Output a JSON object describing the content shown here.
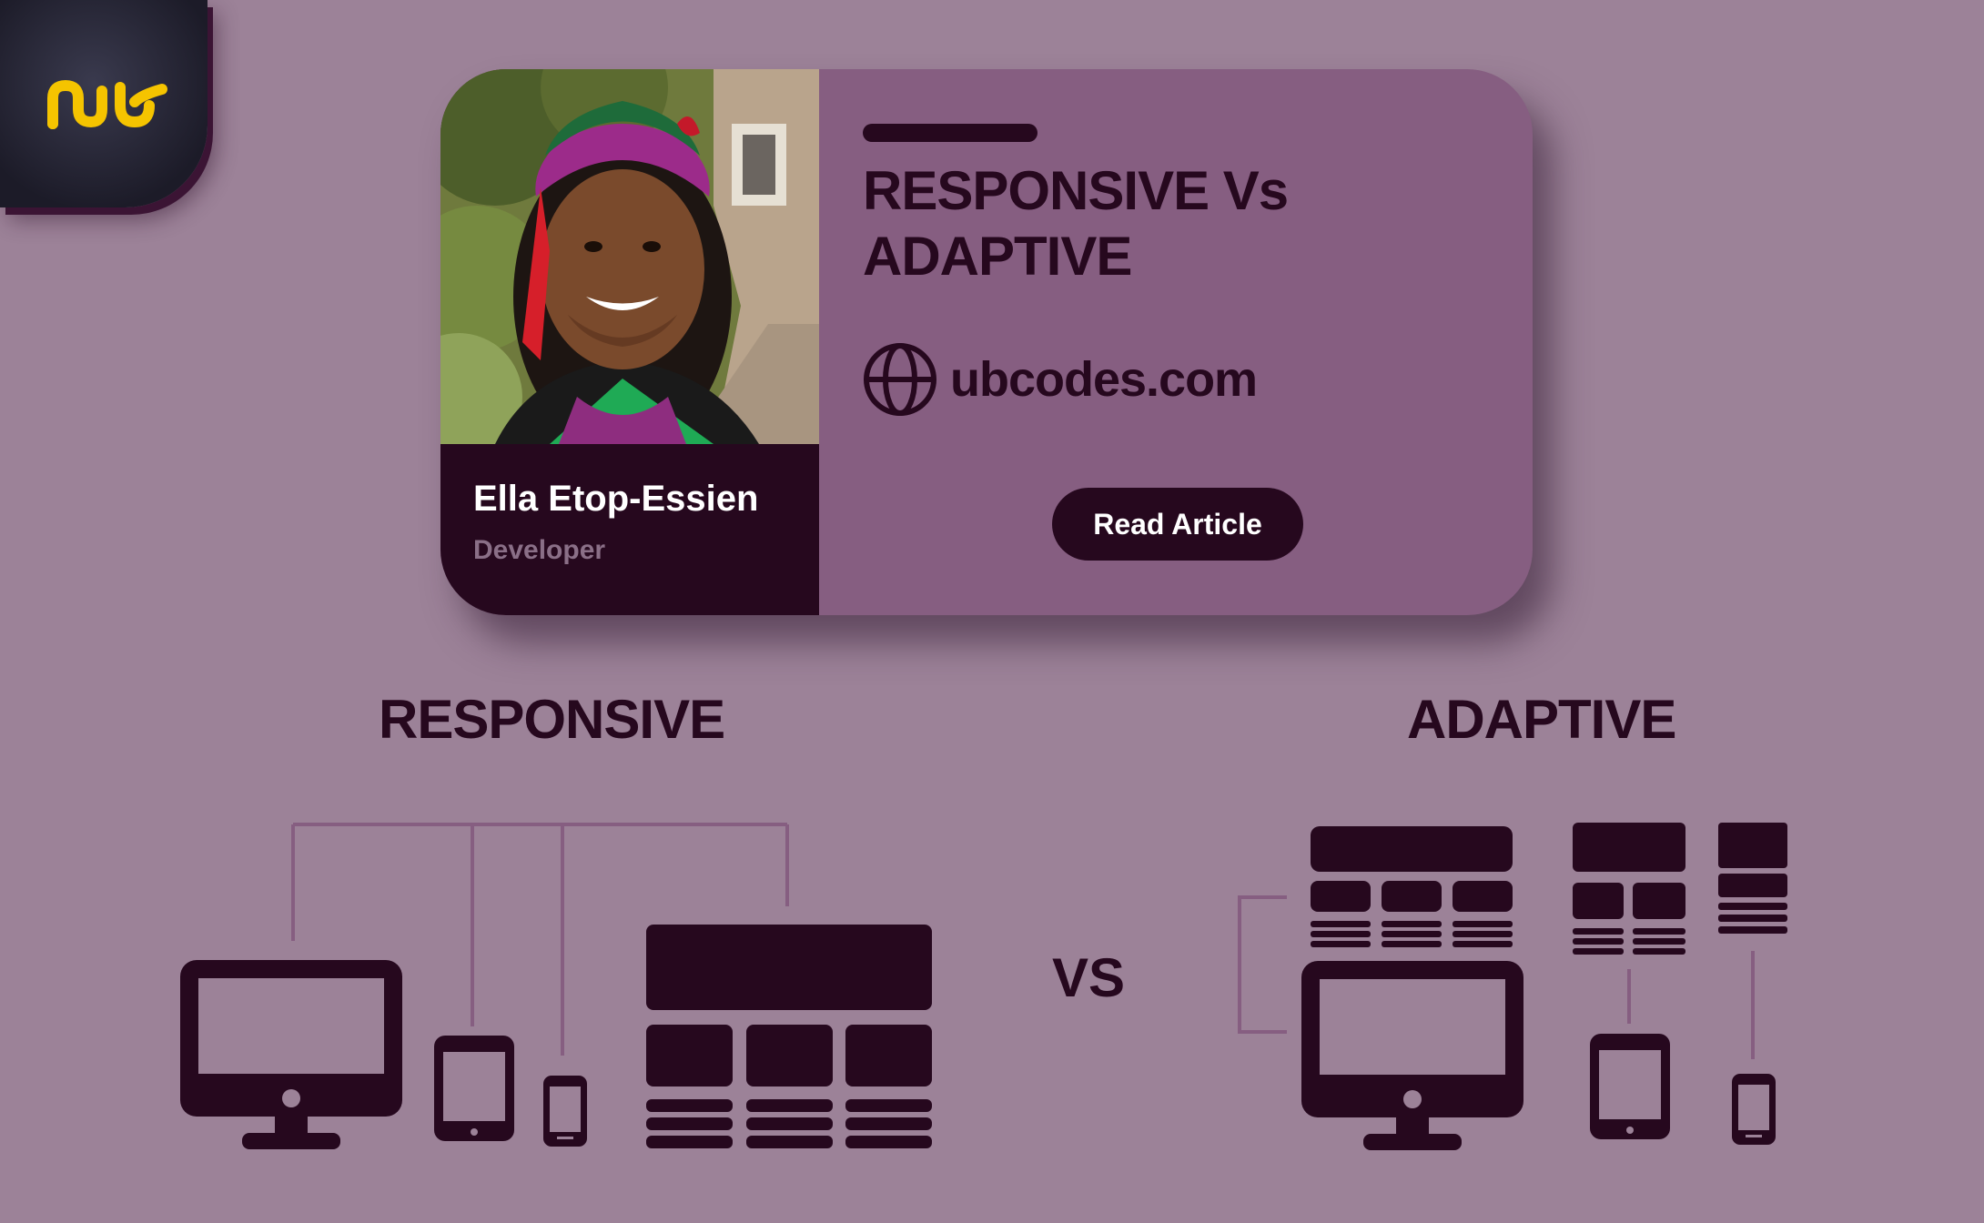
{
  "brand": {
    "logo_icon": "ub-logo-icon",
    "logo_color": "#f5c400"
  },
  "card": {
    "author_name": "Ella Etop-Essien",
    "author_role": "Developer",
    "title": "RESPONSIVE Vs ADAPTIVE",
    "website": "ubcodes.com",
    "website_icon": "globe-icon",
    "cta_label": "Read Article"
  },
  "comparison": {
    "left_heading": "RESPONSIVE",
    "vs_label": "VS",
    "right_heading": "ADAPTIVE"
  },
  "colors": {
    "background": "#9c8298",
    "card": "#865e81",
    "dark": "#26081e",
    "connector": "#865e81"
  }
}
